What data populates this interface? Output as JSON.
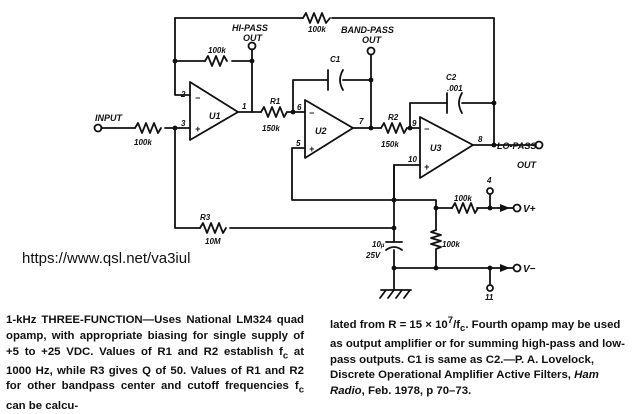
{
  "labels": {
    "hipass_out": [
      "HI-PASS",
      "OUT"
    ],
    "bandpass_out": [
      "BAND-PASS",
      "OUT"
    ],
    "lopass_out": [
      "LO-PASS",
      "OUT"
    ],
    "input": "INPUT",
    "u1": "U1",
    "u2": "U2",
    "u3": "U3",
    "r_fb1": "100k",
    "r_top": "100k",
    "r_in": "100k",
    "r1_name": "R1",
    "r1_val": "150k",
    "r2_name": "R2",
    "r2_val": "150k",
    "r3_name": "R3",
    "r3_val": "10M",
    "c1": "C1",
    "c2_name": "C2",
    "c2_val": ".001",
    "c_big": "10",
    "c_big_unit": "µ",
    "c_big_v": "25V",
    "r_vplus": "100k",
    "r_div": "100k",
    "vplus": "V+",
    "vminus": "V−",
    "pin4": "4",
    "pin11": "11",
    "pins": {
      "p1": "1",
      "p2": "2",
      "p3": "3",
      "p5": "5",
      "p6": "6",
      "p7": "7",
      "p8": "8",
      "p9": "9",
      "p10": "10"
    }
  },
  "watermark": "https://www.qsl.net/va3iul",
  "caption": {
    "title": "1-kHz THREE-FUNCTION—",
    "left_text": "Uses National LM324 quad opamp, with appropriate biasing for single supply of +5 to +25 VDC. Values of R1 and R2 establish f",
    "left_sub": "c",
    "left_text2": " at 1000 Hz, while R3 gives Q of 50. Values of R1 and R2 for other bandpass center and cutoff frequencies f",
    "left_sub2": "c",
    "left_text3": " can be calcu-",
    "right_text1": "lated from R = 15 × 10",
    "right_sup": "7",
    "right_text2": "/f",
    "right_sub": "c",
    "right_text3": ". Fourth opamp may be used as output amplifier or for summing high-pass and low-pass outputs. C1 is same as C2.—P. A. Lovelock, Discrete Operational Amplifier Active Filters, ",
    "right_journal": "Ham Radio",
    "right_text4": ", Feb. 1978, p 70–73."
  }
}
